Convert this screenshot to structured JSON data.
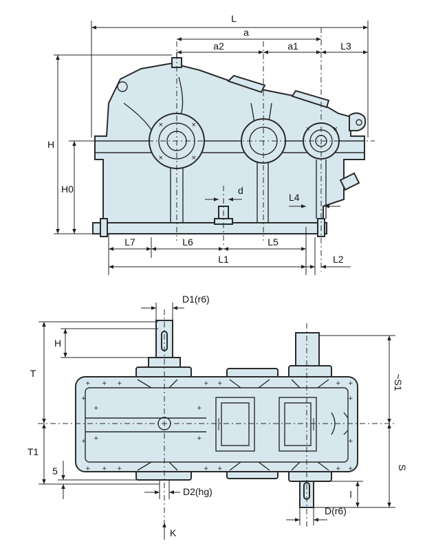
{
  "colors": {
    "body_fill": "#d7e7ee",
    "line": "#2a2a2a",
    "accent_fill": "#c9dde6"
  },
  "front_view": {
    "labels": {
      "L": "L",
      "a": "a",
      "a2": "a2",
      "a1": "a1",
      "L3": "L3",
      "H": "H",
      "H0": "H0",
      "d": "d",
      "L4": "L4",
      "L7": "L7",
      "L6": "L6",
      "L5": "L5",
      "L1": "L1",
      "L2": "L2"
    }
  },
  "top_view": {
    "labels": {
      "D1": "D1(r6)",
      "H": "H",
      "T": "T",
      "S1": "~S1",
      "T1": "T1",
      "five": "5",
      "S": "S",
      "D2": "D2(hg)",
      "l": "l",
      "D": "D(r6)",
      "K": "K"
    }
  }
}
